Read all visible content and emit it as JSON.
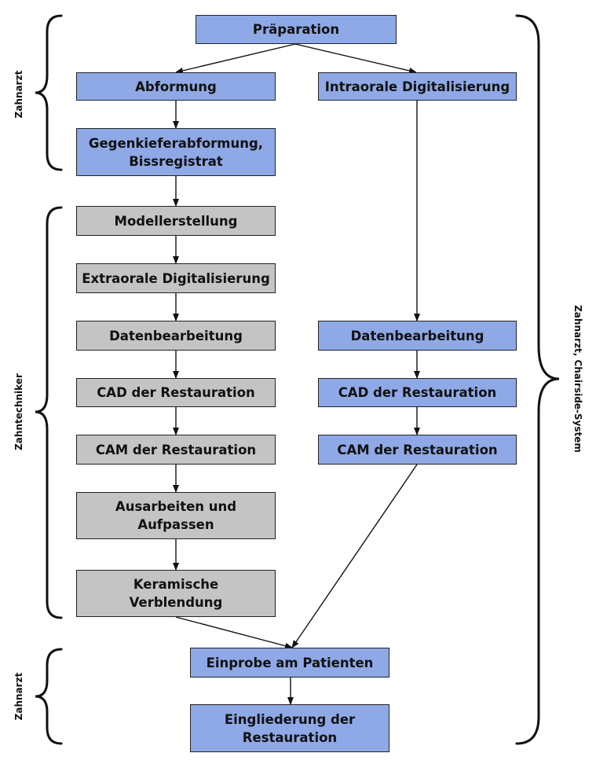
{
  "nodes": {
    "praeparation": "Präparation",
    "abformung": "Abformung",
    "intraorale": "Intraorale Digitalisierung",
    "gegenkiefer": "Gegenkieferabformung,\nBissregistrat",
    "modell": "Modellerstellung",
    "extraorale": "Extraorale Digitalisierung",
    "daten_left": "Datenbearbeitung",
    "cad_left": "CAD der Restauration",
    "cam_left": "CAM der Restauration",
    "ausarbeiten": "Ausarbeiten und\nAufpassen",
    "keramische": "Keramische\nVerblendung",
    "daten_right": "Datenbearbeitung",
    "cad_right": "CAD der Restauration",
    "cam_right": "CAM der Restauration",
    "einprobe": "Einprobe am Patienten",
    "eingliederung": "Eingliederung der\nRestauration"
  },
  "braces": {
    "zahnarzt_top": "Zahnarzt",
    "zahntechniker": "Zahntechniker",
    "zahnarzt_bottom": "Zahnarzt",
    "chairside": "Zahnarzt, Chairside-System"
  },
  "colors": {
    "dentist_box": "#8fa9e6",
    "technician_box": "#c4c4c4"
  }
}
